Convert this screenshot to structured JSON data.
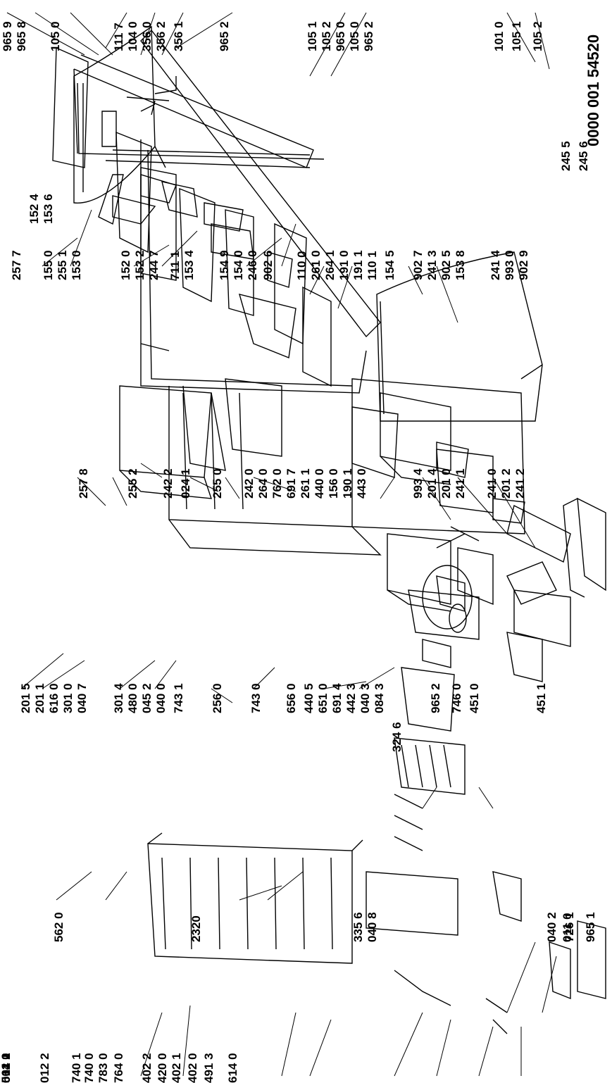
{
  "diagram": {
    "document_code": "0000 001 54520",
    "part_labels": [
      "965 9",
      "965 8",
      "105 0",
      "111 7",
      "104 0",
      "356 0",
      "356 2",
      "356 1",
      "965 2",
      "105 1",
      "105 2",
      "965 0",
      "105 0",
      "965 2",
      "101 0",
      "105 1",
      "105 2",
      "152 4",
      "153 6",
      "257 7",
      "155 0",
      "255 1",
      "153 0",
      "152 0",
      "152 2",
      "244 7",
      "711 1",
      "153 4",
      "154 9",
      "154 0",
      "246 0",
      "902 6",
      "110 0",
      "261 0",
      "264 1",
      "191 0",
      "191 1",
      "110 1",
      "154 5",
      "902 7",
      "241 3",
      "902 5",
      "153 8",
      "241 4",
      "993 0",
      "902 9",
      "245 5",
      "245 6",
      "257 8",
      "255 2",
      "242 2",
      "024 1",
      "255 0",
      "242 0",
      "264 0",
      "762 0",
      "691 7",
      "261 1",
      "440 0",
      "156 0",
      "190 1",
      "443 0",
      "993 4",
      "201 4",
      "201 0",
      "241 1",
      "241 0",
      "201 2",
      "241 2",
      "201 5",
      "201 1",
      "616 0",
      "301 0",
      "040 7",
      "301 4",
      "480 0",
      "045 2",
      "040 0",
      "743 1",
      "256 0",
      "743 0",
      "656 0",
      "440 5",
      "651 0",
      "691 4",
      "442 3",
      "040 3",
      "084 3",
      "965 2",
      "746 0",
      "451 0",
      "324 6",
      "451 1",
      "562 0",
      "2320",
      "335 6",
      "040 8",
      "726 1",
      "965 1",
      "040 2",
      "011 0",
      "012 1",
      "012 2",
      "740 1",
      "740 0",
      "783 0",
      "764 0",
      "402 2",
      "420 0",
      "402 1",
      "402 0",
      "491 3",
      "614 0",
      "561 2",
      "004 0"
    ]
  }
}
